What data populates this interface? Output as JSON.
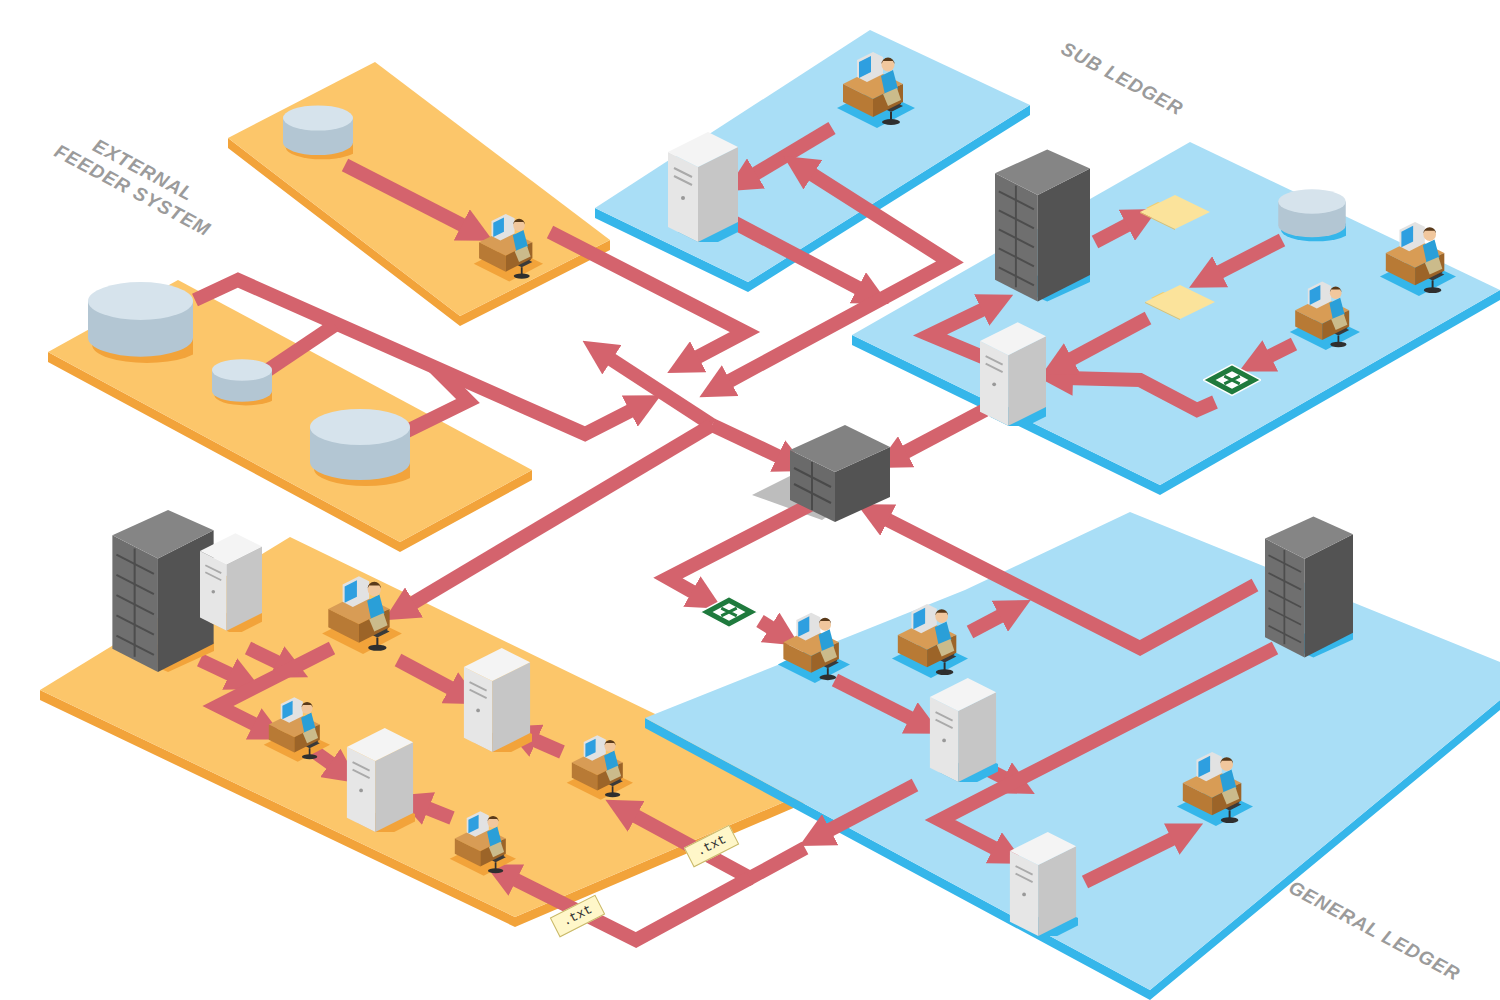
{
  "diagram": {
    "labels": [
      "EXTERNAL FEEDER SYSTEM",
      "SUB LEDGER",
      ".txt",
      ".txt",
      "GENERAL LEDGER"
    ]
  }
}
